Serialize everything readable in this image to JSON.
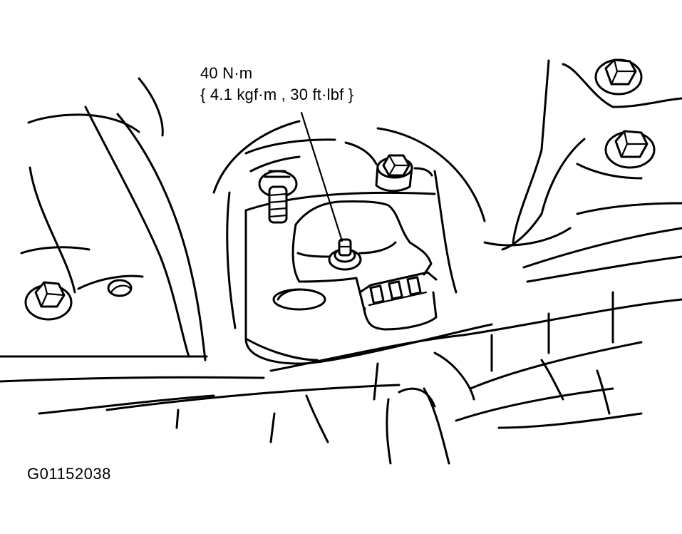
{
  "callout": {
    "torque_nm": "40 N·m",
    "torque_alt": "{ 4.1 kgf·m , 30 ft·lbf }"
  },
  "figure": {
    "code": "G01152038"
  }
}
